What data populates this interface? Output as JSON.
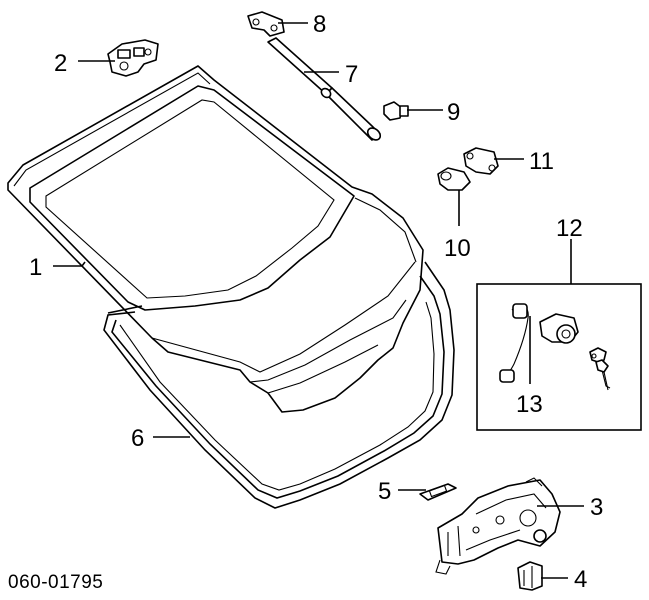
{
  "reference_code": "060-01795",
  "callouts": {
    "c1": "1",
    "c2": "2",
    "c3": "3",
    "c4": "4",
    "c5": "5",
    "c6": "6",
    "c7": "7",
    "c8": "8",
    "c9": "9",
    "c10": "10",
    "c11": "11",
    "c12": "12",
    "c13": "13"
  }
}
